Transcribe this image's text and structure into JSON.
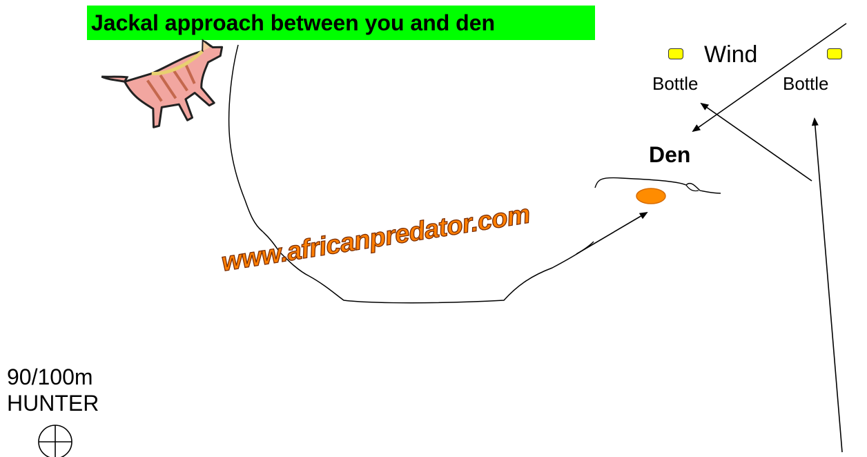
{
  "title": "Jackal approach between you and den",
  "labels": {
    "wind": "Wind",
    "bottle_left": "Bottle",
    "bottle_right": "Bottle",
    "den": "Den",
    "distance": "90/100m",
    "hunter": "HUNTER",
    "watermark": "www.africanpredator.com"
  },
  "colors": {
    "title_bg": "#00ff00",
    "bottle_marker": "#ffff00",
    "den_marker": "#ff8c00",
    "watermark": "#ff7f00"
  },
  "icons": [
    "jackal-icon",
    "crosshair-icon",
    "bottle-marker-icon",
    "den-icon"
  ]
}
